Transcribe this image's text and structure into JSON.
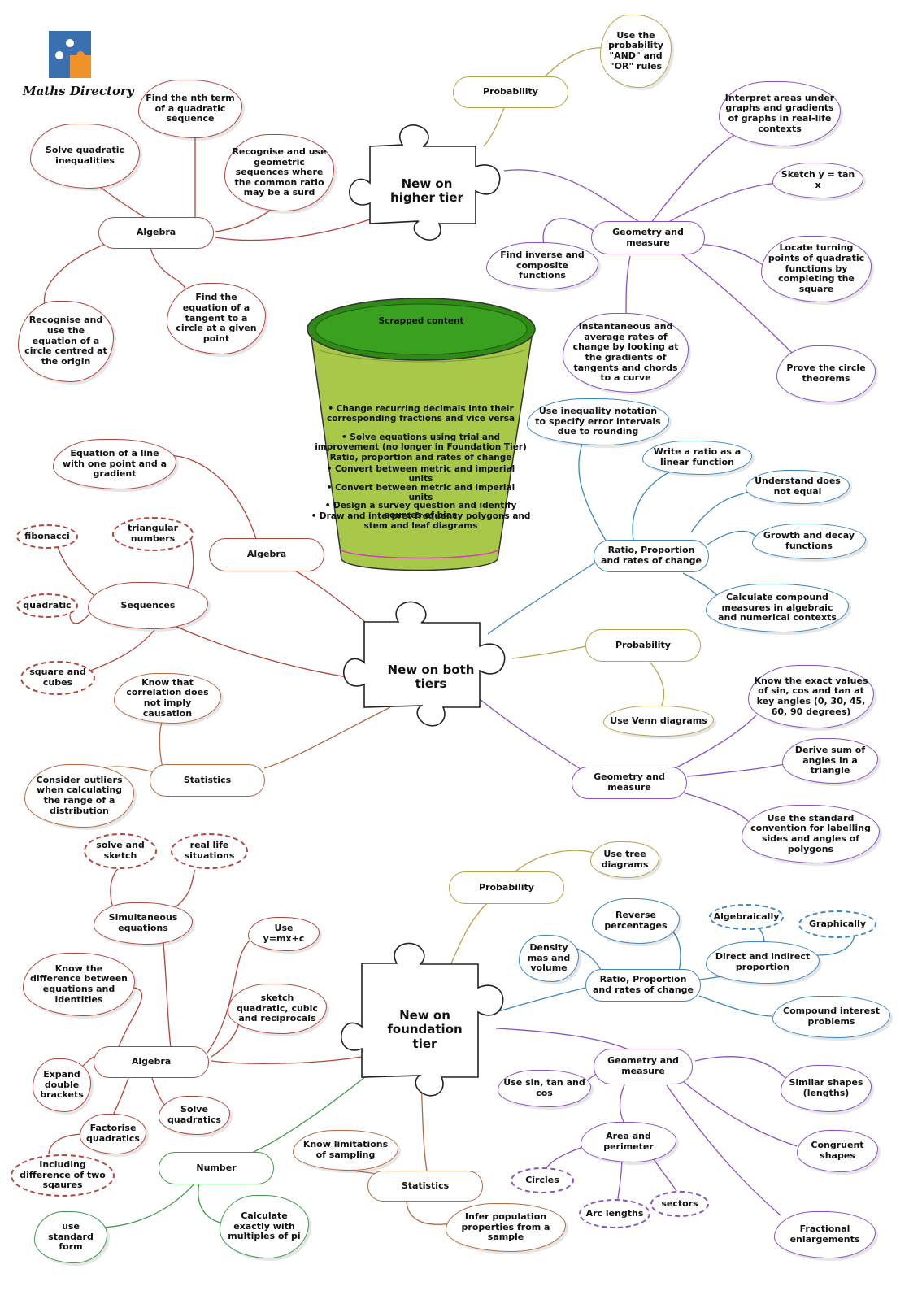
{
  "logo": {
    "text": "Maths Directory"
  },
  "bucket": {
    "title": "Scrapped content",
    "items": [
      "• Change recurring decimals into their corresponding fractions and vice versa",
      "• Solve equations using trial and improvement (no longer in Foundation Tier) Ratio, proportion and rates of change",
      "• Convert between metric and imperial units",
      "• Convert between metric and imperial units",
      "• Design a survey question and identify sources of bias",
      "• Draw and interpret frequency polygons and stem and leaf diagrams"
    ]
  },
  "hubs": {
    "higher": "New on higher tier",
    "both": "New on both tiers",
    "foundation": "New on foundation tier"
  },
  "nodes": {
    "h_probability": "Probability",
    "h_prob_and_or": "Use the probability \"AND\" and \"OR\" rules",
    "h_algebra": "Algebra",
    "h_nth_term": "Find the nth term of a quadratic sequence",
    "h_quad_ineq": "Solve quadratic inequalities",
    "h_geometric_seq": "Recognise and use geometric sequences where the common ratio may be a surd",
    "h_circle_origin": "Recognise and use the equation of a circle centred at the origin",
    "h_tangent": "Find the equation of a tangent to a circle at a given point",
    "h_geometry": "Geometry and measure",
    "h_interpret_areas": "Interpret areas under graphs and gradients of graphs in real-life contexts",
    "h_tan": "Sketch y = tan x",
    "h_turning": "Locate turning points of quadratic functions by completing the square",
    "h_inverse": "Find inverse and composite functions",
    "h_rates": "Instantaneous and average rates of change by looking at the gradients of tangents and chords to a curve",
    "h_circle_theorems": "Prove the circle theorems",
    "b_algebra": "Algebra",
    "b_line_eq": "Equation of a line with one point and a gradient",
    "b_sequences": "Sequences",
    "b_fibonacci": "fibonacci",
    "b_triangular": "triangular numbers",
    "b_quadratic": "quadratic",
    "b_square_cubes": "square and cubes",
    "b_statistics": "Statistics",
    "b_correlation": "Know that correlation does not imply causation",
    "b_outliers": "Consider outliers when calculating the range of a distribution",
    "b_ratio": "Ratio, Proportion and rates of change",
    "b_error_intervals": "Use inequality notation to specify error intervals due to rounding",
    "b_ratio_linear": "Write a ratio as a linear function",
    "b_does_not_equal": "Understand does not equal",
    "b_growth": "Growth and decay functions",
    "b_compound": "Calculate compound measures in algebraic and numerical contexts",
    "b_probability": "Probability",
    "b_venn": "Use Venn diagrams",
    "b_geometry": "Geometry and measure",
    "b_exact_values": "Know the exact values of sin, cos and tan at key angles (0, 30, 45, 60, 90 degrees)",
    "b_angles_triangle": "Derive sum of angles in a triangle",
    "b_labelling": "Use the standard convention for labelling sides and angles of polygons",
    "f_probability": "Probability",
    "f_tree": "Use tree diagrams",
    "f_simultaneous": "Simultaneous equations",
    "f_solve_sketch": "solve and sketch",
    "f_real_life": "real life situations",
    "f_algebra": "Algebra",
    "f_use_ymx": "Use y=mx+c",
    "f_difference": "Know the difference between equations and identities",
    "f_sketch_quad": "sketch quadratic, cubic and reciprocals",
    "f_expand": "Expand double brackets",
    "f_factorise": "Factorise quadratics",
    "f_diff_squares": "Including difference of two sqaures",
    "f_solve_quad": "Solve quadratics",
    "f_number": "Number",
    "f_standard_form": "use standard form",
    "f_pi": "Calculate exactly with multiples of pi",
    "f_statistics": "Statistics",
    "f_sampling": "Know limitations of sampling",
    "f_population": "Infer population properties from a sample",
    "f_ratio": "Ratio, Proportion and rates of change",
    "f_reverse_pct": "Reverse percentages",
    "f_density": "Density mas and volume",
    "f_direct_indirect": "Direct and indirect proportion",
    "f_algebraically": "Algebraically",
    "f_graphically": "Graphically",
    "f_compound_interest": "Compound interest problems",
    "f_geometry": "Geometry and measure",
    "f_sin_tan_cos": "Use sin, tan and cos",
    "f_similar": "Similar shapes (lengths)",
    "f_area_perimeter": "Area and perimeter",
    "f_circles": "Circles",
    "f_arc": "Arc lengths",
    "f_sectors": "sectors",
    "f_congruent": "Congruent shapes",
    "f_fractional": "Fractional enlargements"
  },
  "colors": {
    "algebra": "#b4443a",
    "geometry": "#8a4fc4",
    "ratio": "#3b85c2",
    "probability": "#b8a24a",
    "statistics": "#b36a42",
    "number": "#3f9a4a",
    "bucket_green": "#2f8a16",
    "bucket_body": "#a8c84a"
  }
}
